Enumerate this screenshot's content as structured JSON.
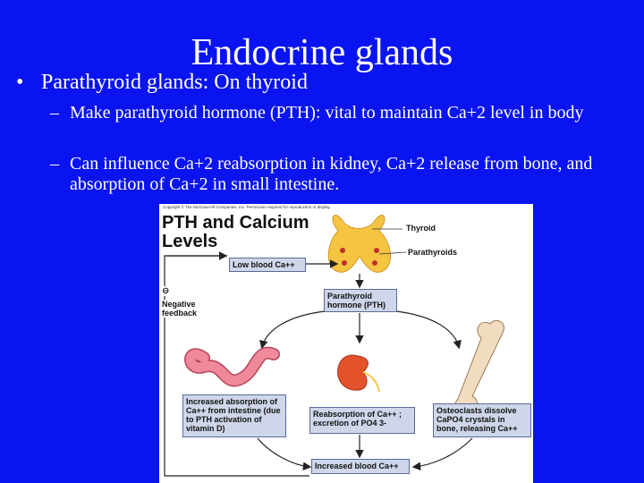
{
  "slide": {
    "title": "Endocrine glands",
    "bullet_marker": "•",
    "bullet": "Parathyroid glands: On thyroid",
    "sub_marker": "–",
    "subbullets": [
      "Make parathyroid hormone (PTH): vital to maintain Ca+2 level in body",
      "Can influence Ca+2 reabsorption in kidney, Ca+2 release from bone, and absorption of Ca+2 in small intestine."
    ]
  },
  "figure": {
    "copyright": "Copyright © The McGraw-Hill Companies, Inc. Permission required for reproduction or display.",
    "title_line1": "PTH and Calcium",
    "title_line2": "Levels",
    "label_thyroid": "Thyroid",
    "label_parathyroids": "Parathyroids",
    "box_low_calcium": "Low blood Ca++",
    "negative_sign": "⊖",
    "negative_feedback": "Negative feedback",
    "box_pth": "Parathyroid hormone (PTH)",
    "box_intestine": "Increased absorption of Ca++ from intestine (due to PTH activation of vitamin D)",
    "box_kidney": "Reabsorption of Ca++ ; excretion of PO4 3-",
    "box_bone": "Osteoclasts dissolve CaPO4 crystals in bone, releasing Ca++",
    "box_increased_calcium": "Increased blood Ca++",
    "colors": {
      "slide_background": "#0a14f0",
      "box_fill": "#cfd6ea",
      "arrow": "#222222",
      "thyroid": "#f5c542",
      "intestine": "#f08a9a",
      "kidney": "#e2522b",
      "bone": "#f1dcc0"
    }
  }
}
